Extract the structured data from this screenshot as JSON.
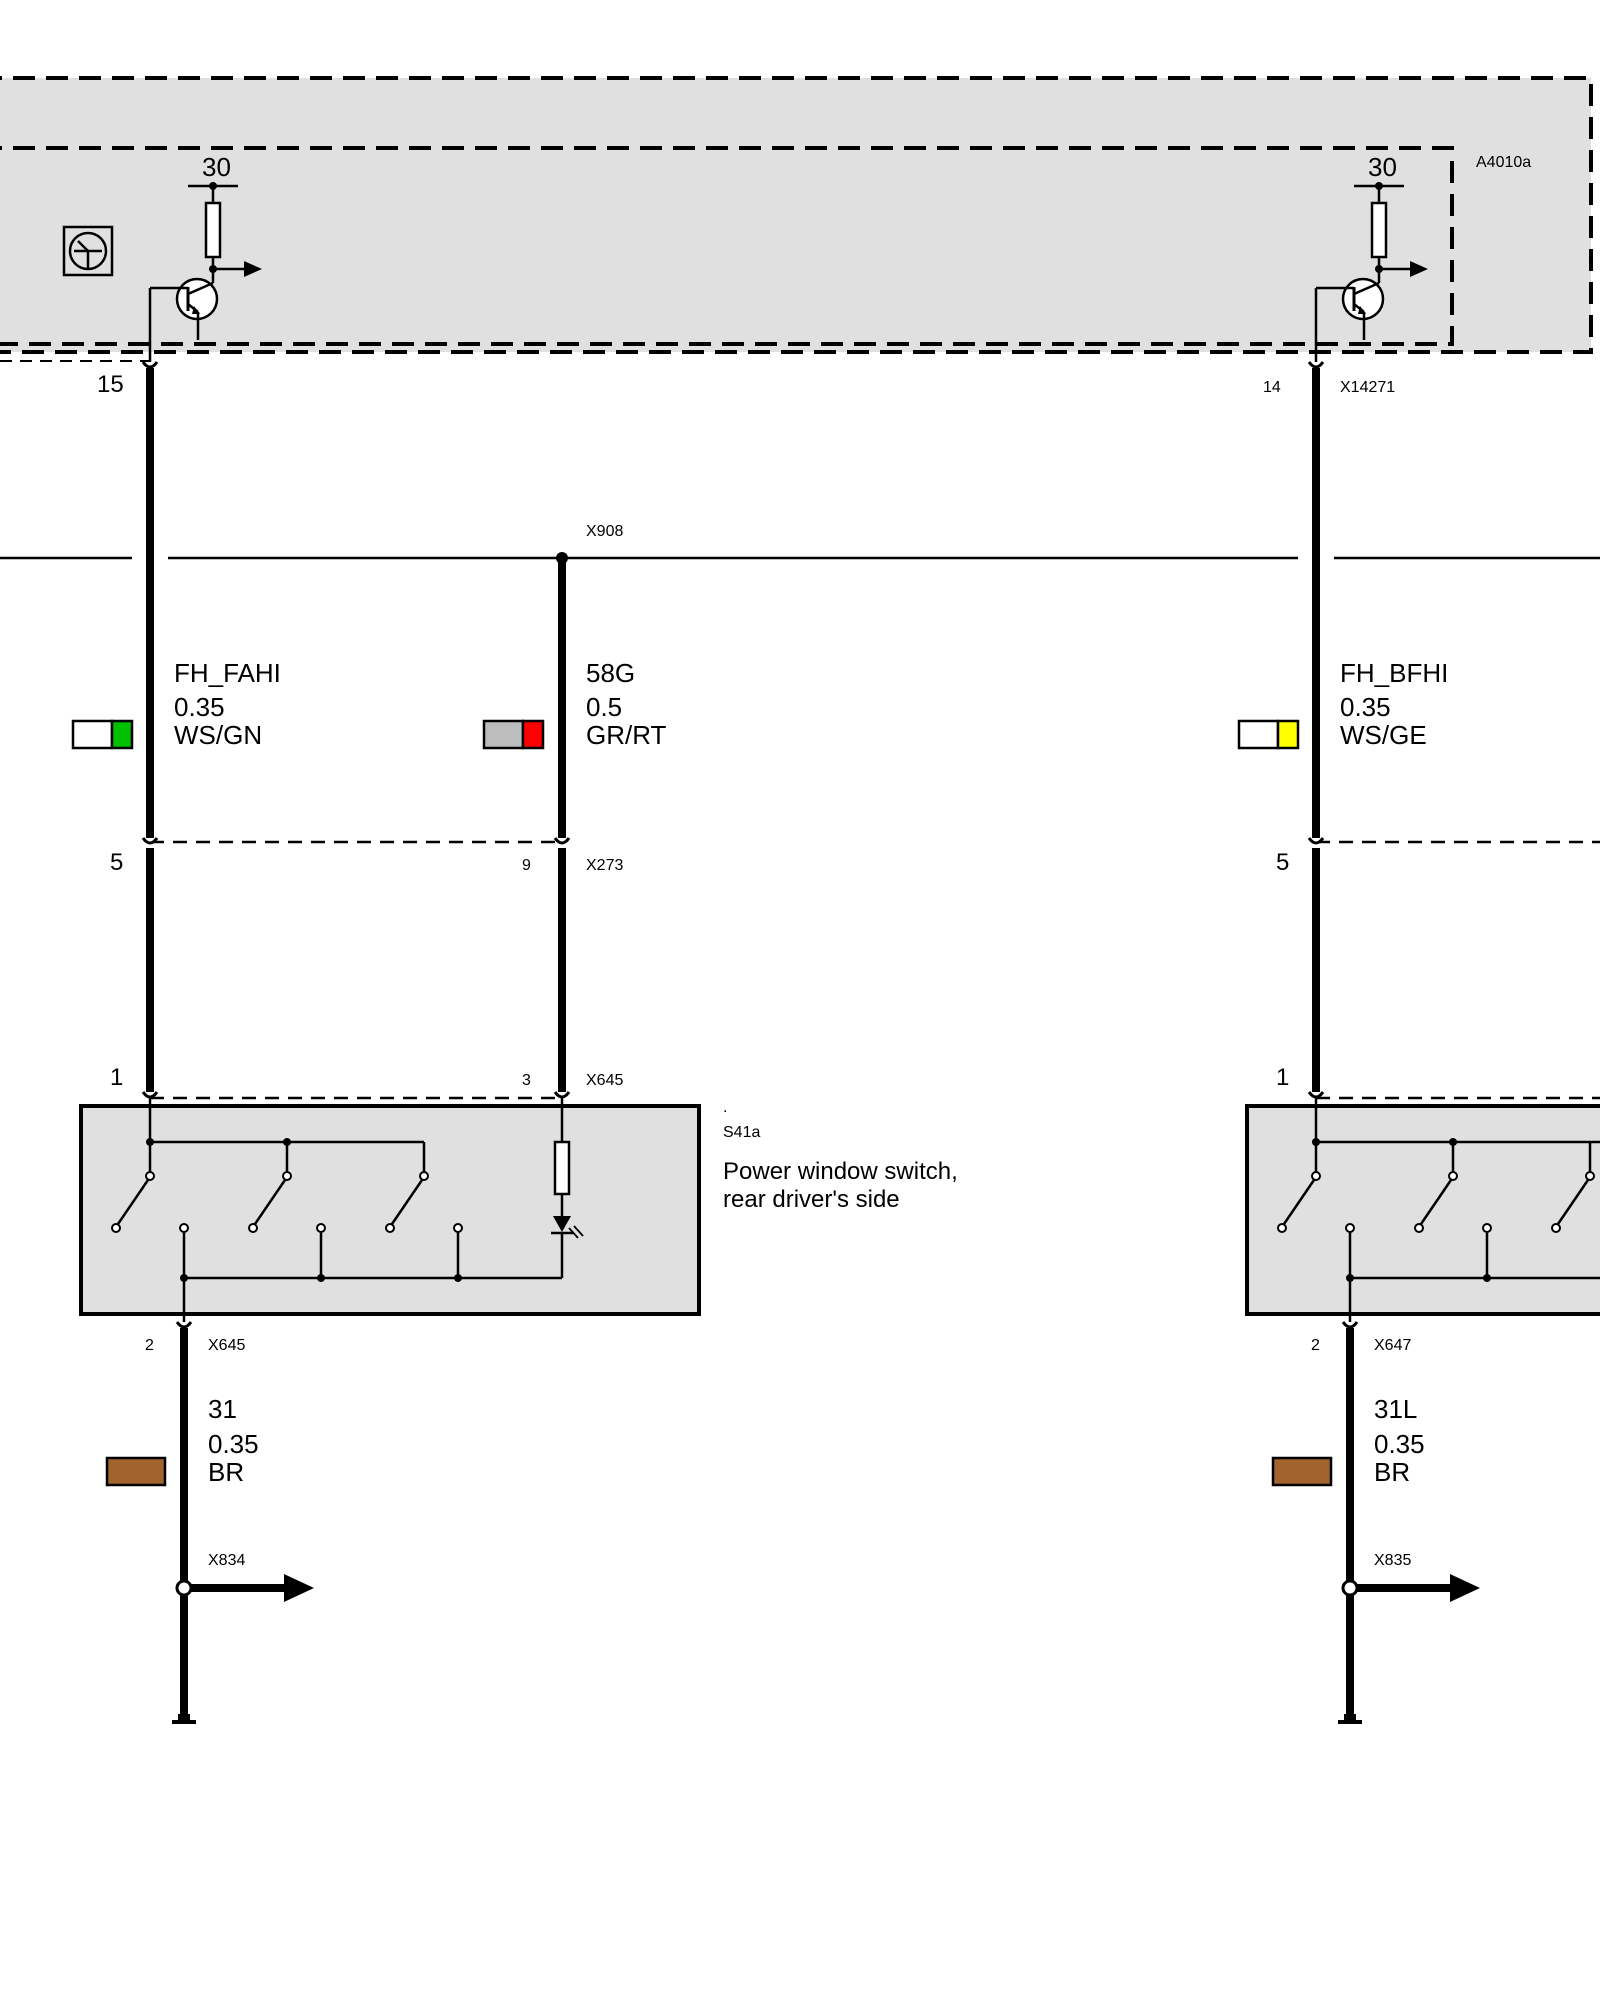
{
  "colors": {
    "module_fill": "#e0e0e0",
    "wire": "#000000",
    "white": "#ffffff",
    "green": "#00c000",
    "grey": "#bdbdbd",
    "red": "#ff0000",
    "yellow": "#ffff00",
    "brown": "#a0642c"
  },
  "module": {
    "id": "A4010a",
    "left_supply_pin": "30",
    "right_supply_pin": "30",
    "left_pin": "15",
    "right_pin": "14",
    "right_connector": "X14271"
  },
  "splice": {
    "id": "X908"
  },
  "wires": {
    "left": {
      "name": "FH_FAHI",
      "gauge": "0.35",
      "color": "WS/GN"
    },
    "middle": {
      "name": "58G",
      "gauge": "0.5",
      "color": "GR/RT"
    },
    "right": {
      "name": "FH_BFHI",
      "gauge": "0.35",
      "color": "WS/GE"
    }
  },
  "connector_x273": {
    "id": "X273",
    "left_pin": "5",
    "middle_pin": "9",
    "right_pin": "5"
  },
  "switch_left": {
    "id": "S41a",
    "dot": ".",
    "description_line1": "Power window switch,",
    "description_line2": "rear driver's side",
    "top_connector": "X645",
    "top_pin_1": "1",
    "top_pin_3": "3",
    "bottom_connector": "X645",
    "bottom_pin": "2"
  },
  "switch_right": {
    "top_pin_1": "1",
    "bottom_connector": "X647",
    "bottom_pin": "2"
  },
  "ground_wires": {
    "left": {
      "name": "31",
      "gauge": "0.35",
      "color": "BR",
      "splice": "X834"
    },
    "right": {
      "name": "31L",
      "gauge": "0.35",
      "color": "BR",
      "splice": "X835"
    }
  }
}
